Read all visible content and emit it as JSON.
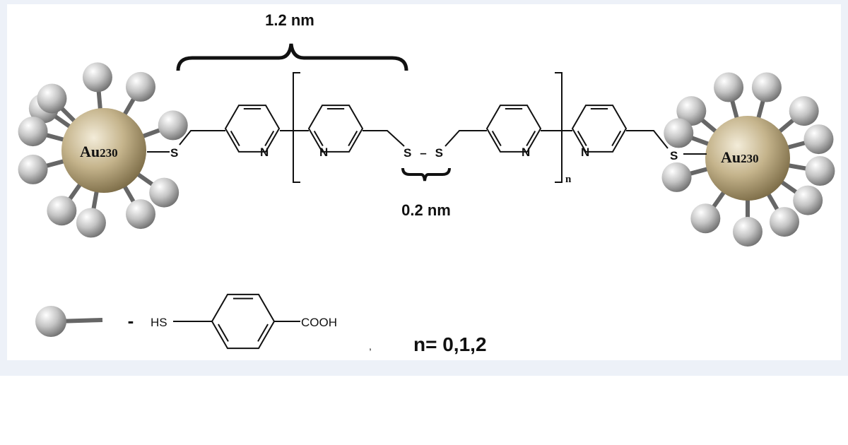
{
  "diagram": {
    "length_long": "1.2 nm",
    "length_short": "0.2 nm",
    "particle_label": "Au",
    "particle_subscript": "230",
    "atom_s": "S",
    "atom_n": "N",
    "repeat_index": "n",
    "disulfide": "S–S",
    "legend": {
      "dash": "-",
      "thiol": "HS",
      "acid": "COOH",
      "comma": ",",
      "n_values": "n= 0,1,2"
    },
    "colors": {
      "gold": "#b3a27a",
      "ligand": "#bdbdbd",
      "background": "#edf1f8"
    }
  }
}
